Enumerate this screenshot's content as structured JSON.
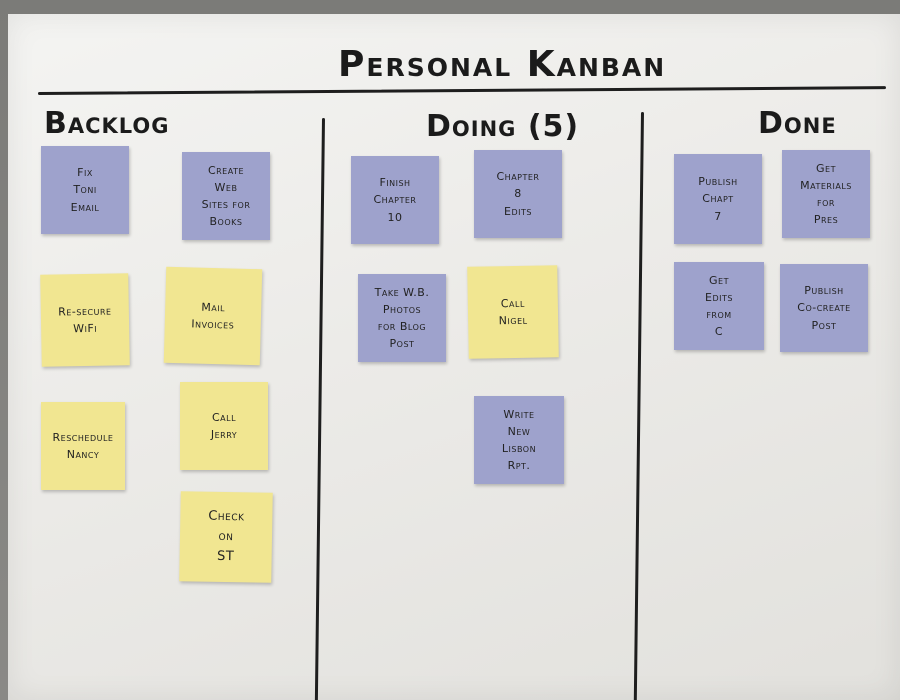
{
  "board": {
    "title": "Personal Kanban",
    "columns": [
      {
        "label": "Backlog"
      },
      {
        "label": "Doing (5)"
      },
      {
        "label": "Done"
      }
    ]
  },
  "notes": {
    "backlog": [
      {
        "text": "Fix\nToni\nEmail",
        "color": "#9ea2cc"
      },
      {
        "text": "Create\nWeb\nSites for\nBooks",
        "color": "#9ea2cc"
      },
      {
        "text": "Re-secure\nWiFi",
        "color": "#f1e691"
      },
      {
        "text": "Mail\nInvoices",
        "color": "#f1e691"
      },
      {
        "text": "Call\nJerry",
        "color": "#f1e691"
      },
      {
        "text": "Reschedule\nNancy",
        "color": "#f1e691"
      },
      {
        "text": "Check\non\nST",
        "color": "#f1e691"
      }
    ],
    "doing": [
      {
        "text": "Finish\nChapter\n10",
        "color": "#9ea2cc"
      },
      {
        "text": "Chapter\n8\nEdits",
        "color": "#9ea2cc"
      },
      {
        "text": "Take W.B.\nPhotos\nfor Blog\nPost",
        "color": "#9ea2cc"
      },
      {
        "text": "Call\nNigel",
        "color": "#f1e691"
      },
      {
        "text": "Write\nNew\nLisbon\nRpt.",
        "color": "#9ea2cc"
      }
    ],
    "done": [
      {
        "text": "Publish\nChapt\n7",
        "color": "#9ea2cc"
      },
      {
        "text": "Get\nMaterials\nfor\nPres",
        "color": "#9ea2cc"
      },
      {
        "text": "Get\nEdits\nfrom\nC",
        "color": "#9ea2cc"
      },
      {
        "text": "Publish\nCo-create\nPost",
        "color": "#9ea2cc"
      }
    ]
  }
}
